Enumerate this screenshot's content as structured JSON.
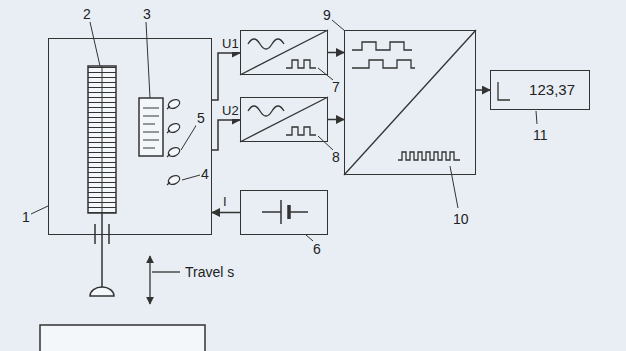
{
  "diagram": {
    "nodes": [
      {
        "text": [
          "1"
        ]
      },
      {
        "text": [
          "7"
        ]
      },
      {
        "text": [
          "8"
        ]
      },
      {
        "text": [
          "6"
        ]
      },
      {
        "text": [
          "9",
          "10"
        ]
      },
      {
        "text": [
          "123,37",
          "11"
        ]
      }
    ],
    "edges": [
      {
        "from": 0,
        "to": 1,
        "label": "U1",
        "arrow": "to"
      },
      {
        "from": 0,
        "to": 2,
        "label": "U2",
        "arrow": "to"
      },
      {
        "from": 1,
        "to": 4,
        "arrow": "to"
      },
      {
        "from": 2,
        "to": 4,
        "arrow": "to"
      },
      {
        "from": 4,
        "to": 5,
        "arrow": "to"
      },
      {
        "from": 3,
        "to": 0,
        "label": "I",
        "arrow": "to"
      }
    ],
    "labels": [
      "2",
      "3",
      "5",
      "4",
      "Travel s"
    ]
  }
}
